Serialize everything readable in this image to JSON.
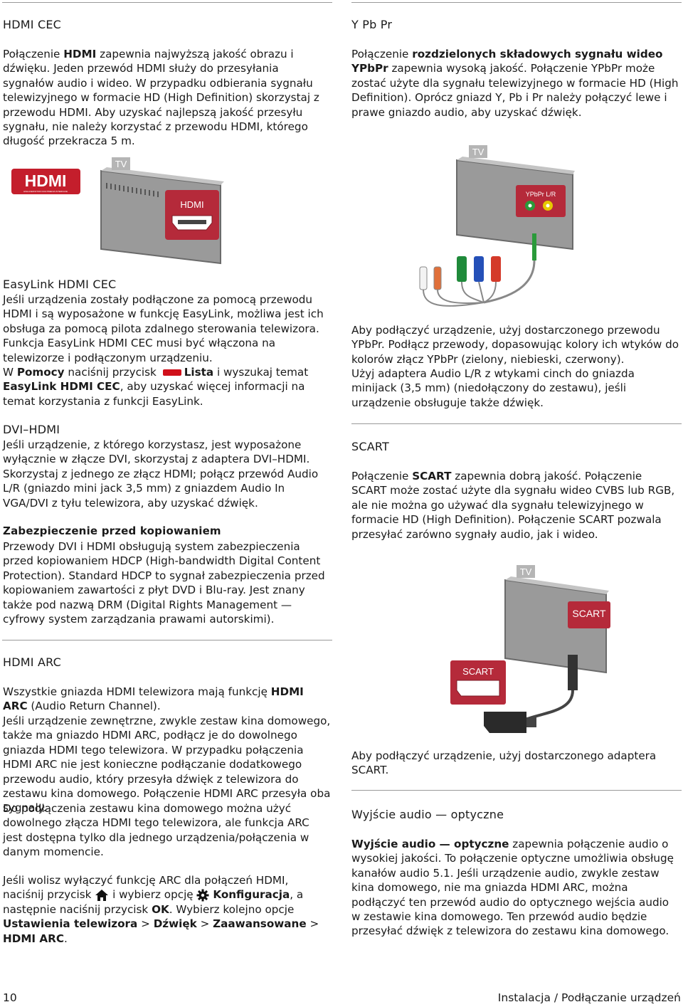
{
  "left": {
    "hdmi_cec": {
      "title": "HDMI CEC",
      "p1_a": "Połączenie ",
      "p1_b": "HDMI",
      "p1_c": " zapewnia najwyższą jakość obrazu i dźwięku. Jeden przewód HDMI służy do przesyłania sygnałów audio i wideo. W przypadku odbierania sygnału telewizyjnego w formacie HD (High Definition) skorzystaj z przewodu HDMI. Aby uzyskać najlepszą jakość przesyłu sygnału, nie należy korzystać z przewodu HDMI, którego długość przekracza 5 m."
    },
    "illus1": {
      "tv_label": "TV",
      "port_label": "HDMI",
      "logo_text": "HDMI",
      "logo_sub": "HIGH-DEFINITION MULTIMEDIA INTERFACE"
    },
    "easylink": {
      "title": "EasyLink HDMI CEC",
      "p1": "Jeśli urządzenia zostały podłączone za pomocą przewodu HDMI i są wyposażone w funkcję EasyLink, możliwa jest ich obsługa za pomocą pilota zdalnego sterowania telewizora. Funkcja EasyLink HDMI CEC musi być włączona na telewizorze i podłączonym urządzeniu.",
      "p2_a": "W ",
      "p2_b": "Pomocy",
      "p2_c": " naciśnij przycisk ",
      "p2_d": "Lista",
      "p2_e": " i wyszukaj temat ",
      "p2_f": "EasyLink HDMI CEC",
      "p2_g": ", aby uzyskać więcej informacji na temat korzystania z funkcji EasyLink."
    },
    "dvi": {
      "title": "DVI–HDMI",
      "p1": "Jeśli urządzenie, z którego korzystasz, jest wyposażone wyłącznie w złącze DVI, skorzystaj z adaptera DVI–HDMI. Skorzystaj z jednego ze złącz HDMI; połącz przewód Audio L/R (gniazdo mini jack 3,5 mm) z gniazdem Audio In VGA/DVI z tyłu telewizora, aby uzyskać dźwięk."
    },
    "copy": {
      "title": "Zabezpieczenie przed kopiowaniem",
      "p1": "Przewody DVI i HDMI obsługują system zabezpieczenia przed kopiowaniem HDCP (High-bandwidth Digital Content Protection). Standard HDCP to sygnał zabezpieczenia przed kopiowaniem zawartości z płyt DVD i Blu-ray. Jest znany także pod nazwą DRM (Digital Rights Management — cyfrowy system zarządzania prawami autorskimi)."
    },
    "arc": {
      "title": "HDMI ARC",
      "p1_a": "Wszystkie gniazda HDMI telewizora mają funkcję ",
      "p1_b": "HDMI ARC",
      "p1_c": " (Audio Return Channel).",
      "p2": "Jeśli urządzenie zewnętrzne, zwykle zestaw kina domowego, także ma gniazdo HDMI ARC, podłącz je do dowolnego gniazda HDMI tego telewizora. W przypadku połączenia HDMI ARC nie jest konieczne podłączanie dodatkowego przewodu audio, który przesyła dźwięk z telewizora do zestawu kina domowego. Połączenie HDMI ARC przesyła oba sygnały.",
      "p3": "Do podłączenia zestawu kina domowego można użyć dowolnego złącza HDMI tego telewizora, ale funkcja ARC jest dostępna tylko dla jednego urządzenia/połączenia w danym momencie.",
      "p4_a": "Jeśli wolisz wyłączyć funkcję ARC dla połączeń HDMI, naciśnij przycisk ",
      "p4_b": " i wybierz opcję ",
      "p4_c": "Konfiguracja",
      "p4_d": ", a następnie naciśnij przycisk ",
      "p4_e": "OK",
      "p4_f": ". Wybierz kolejno opcje ",
      "p4_g": "Ustawienia telewizora",
      "p4_h": " > ",
      "p4_i": "Dźwięk",
      "p4_j": " > ",
      "p4_k": "Zaawansowane",
      "p4_l": " > ",
      "p4_m": "HDMI ARC",
      "p4_n": "."
    }
  },
  "right": {
    "ypbpr": {
      "title": "Y Pb Pr",
      "p1_a": "Połączenie ",
      "p1_b": "rozdzielonych składowych sygnału wideo YPbPr",
      "p1_c": " zapewnia wysoką jakość. Połączenie YPbPr może zostać użyte dla sygnału telewizyjnego w formacie HD (High Definition). Oprócz gniazd Y, Pb i Pr należy połączyć lewe i prawe gniazdo audio, aby uzyskać dźwięk."
    },
    "illus2": {
      "tv_label": "TV",
      "port_label": "YPbPr  L/R"
    },
    "ypbpr_cont": {
      "p1": "Aby podłączyć urządzenie, użyj dostarczonego przewodu YPbPr. Podłącz przewody, dopasowując kolory ich wtyków do kolorów złącz YPbPr (zielony, niebieski, czerwony).",
      "p2": "Użyj adaptera Audio L/R z wtykami cinch do gniazda minijack (3,5 mm) (niedołączony do zestawu), jeśli urządzenie obsługuje także dźwięk."
    },
    "scart": {
      "title": "SCART",
      "p1_a": "Połączenie ",
      "p1_b": "SCART",
      "p1_c": " zapewnia dobrą jakość. Połączenie SCART może zostać użyte dla sygnału wideo CVBS lub RGB, ale nie można go używać dla sygnału telewizyjnego w formacie HD (High Definition). Połączenie SCART pozwala przesyłać zarówno sygnały audio, jak i wideo."
    },
    "illus3": {
      "tv_label": "TV",
      "port_label": "SCART",
      "plug_label": "SCART"
    },
    "scart_cont": {
      "p1": "Aby podłączyć urządzenie, użyj dostarczonego adaptera SCART."
    },
    "optical": {
      "title": "Wyjście audio — optyczne",
      "p1_a": "Wyjście audio — optyczne",
      "p1_b": " zapewnia połączenie audio o wysokiej jakości. To połączenie optyczne umożliwia obsługę kanałów audio 5.1. Jeśli urządzenie audio, zwykle zestaw kina domowego, nie ma gniazda HDMI ARC, można podłączyć ten przewód audio do optycznego wejścia audio w zestawie kina domowego. Ten przewód audio będzie przesyłać dźwięk z telewizora do zestawu kina domowego."
    }
  },
  "footer": {
    "page": "10",
    "section": "Instalacja / Podłączanie urządzeń"
  },
  "colors": {
    "red_button": "#d0101a",
    "tv_gray": "#8a8a8a",
    "green": "#1f8a3a",
    "blue": "#2550b8",
    "red": "#d43a2a"
  },
  "icons": [
    "home-icon",
    "gear-icon",
    "red-button-icon"
  ]
}
